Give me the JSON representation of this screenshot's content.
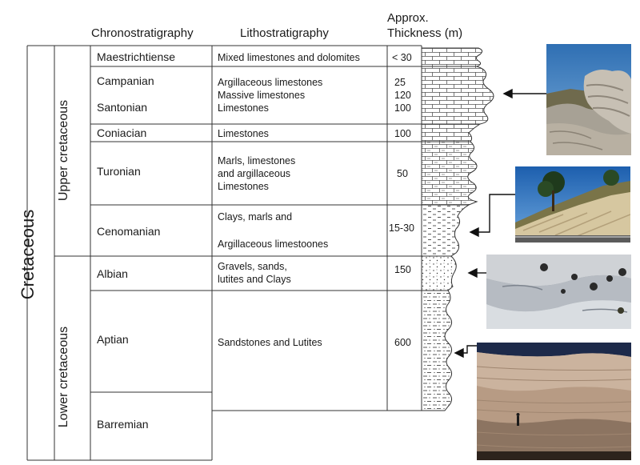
{
  "headers": {
    "chrono": "Chronostratigraphy",
    "litho": "Lithostratigraphy",
    "thickness_line1": "Approx.",
    "thickness_line2": "Thickness (m)"
  },
  "system": "Cretaceous",
  "series": {
    "upper": "Upper cretaceous",
    "lower": "Lower cretaceous"
  },
  "stages": {
    "maastrichtian": "Maestrichtiense",
    "campanian": "Campanian",
    "santonian": "Santonian",
    "coniacian": "Coniacian",
    "turonian": "Turonian",
    "cenomanian": "Cenomanian",
    "albian": "Albian",
    "aptian": "Aptian",
    "barremian": "Barremian"
  },
  "lithology": {
    "maastrichtian": "Mixed limestones and dolomites",
    "campanian": "Argillaceous limestones",
    "santonian_a": "Massive limestones",
    "santonian_b": "Limestones",
    "coniacian": "Limestones",
    "turonian_1": "Marls, limestones",
    "turonian_2": "and argillaceous",
    "turonian_3": "Limestones",
    "cenomanian_1": "Clays, marls and",
    "cenomanian_2": "Argillaceous limestoones",
    "albian_1": "Gravels, sands,",
    "albian_2": "lutites and Clays",
    "aptian_barremian": "Sandstones and Lutites"
  },
  "thickness": {
    "maastrichtian": "< 30",
    "campanian": "25",
    "santonian_a": "120",
    "santonian_b": "100",
    "coniacian": "100",
    "turonian": "50",
    "cenomanian": "15-30",
    "albian": "150",
    "aptian_barremian": "600"
  },
  "photos": [
    {
      "icon": "limestone-outcrop-photo"
    },
    {
      "icon": "road-cut-marl-photo"
    },
    {
      "icon": "gravel-sand-outcrop-photo"
    },
    {
      "icon": "sandstone-cliff-photo"
    }
  ]
}
